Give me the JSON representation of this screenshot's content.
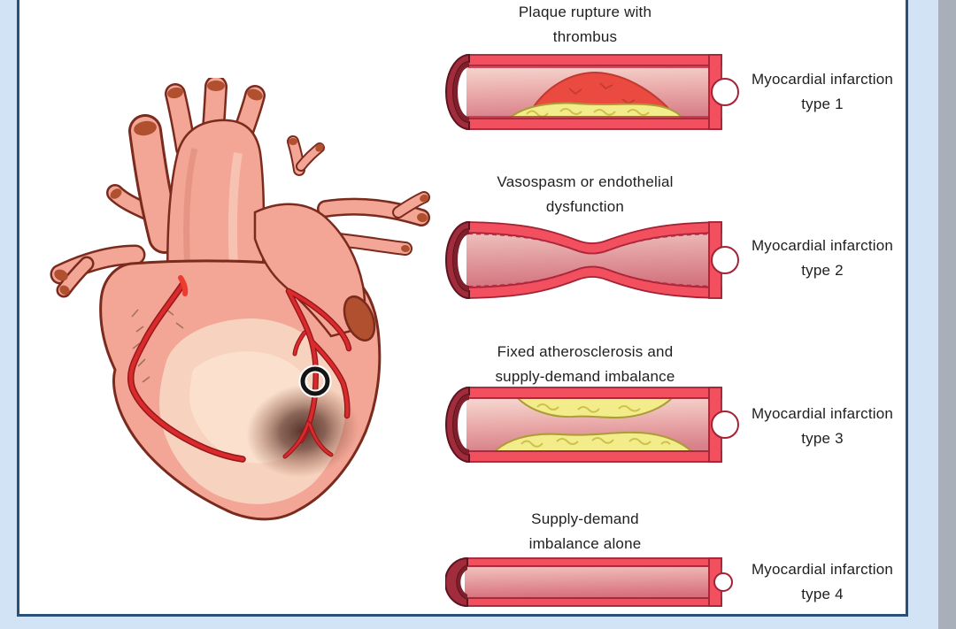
{
  "figure": {
    "description": "Types of myocardial infarction diagram",
    "rows": [
      {
        "heading_line1": "Plaque rupture with",
        "heading_line2": "thrombus",
        "label_line1": "Myocardial infarction",
        "label_line2": "type 1",
        "vessel_illustration": "artery-with-plaque-rupture-and-thrombus-icon"
      },
      {
        "heading_line1": "Vasospasm or endothelial",
        "heading_line2": "dysfunction",
        "label_line1": "Myocardial infarction",
        "label_line2": "type 2",
        "vessel_illustration": "artery-with-vasospasm-pinch-icon"
      },
      {
        "heading_line1": "Fixed atherosclerosis and",
        "heading_line2": "supply-demand imbalance",
        "label_line1": "Myocardial infarction",
        "label_line2": "type 3",
        "vessel_illustration": "artery-with-fixed-atherosclerosis-icon"
      },
      {
        "heading_line1": "Supply-demand",
        "heading_line2": "imbalance alone",
        "label_line1": "Myocardial infarction",
        "label_line2": "type 4",
        "vessel_illustration": "normal-open-artery-icon"
      }
    ],
    "heart_illustration": "heart-with-coronary-occlusion-marker-and-infarct-zone"
  },
  "colors": {
    "page_background": "#d3e3f6",
    "panel_background": "#ffffff",
    "panel_border": "#2b5077",
    "right_gray_strip": "#a9afb9",
    "text": "#1f1f1f",
    "artery_wall_red": "#f2505f",
    "artery_wall_outline": "#a32335",
    "lumen_light": "#f6d8d1",
    "lumen_dark": "#d8818a",
    "cut_end_cap": "#a12c3c",
    "plaque_yellow": "#f2ec8a",
    "plaque_outline": "#ab9d35",
    "thrombus_red": "#ea4a40",
    "heart_salmon": "#f3a696",
    "heart_outline": "#7b2a1e",
    "coronary_artery_red": "#d92b2b",
    "infarct_brown": "#4a241c",
    "occlusion_marker": "#151515"
  }
}
